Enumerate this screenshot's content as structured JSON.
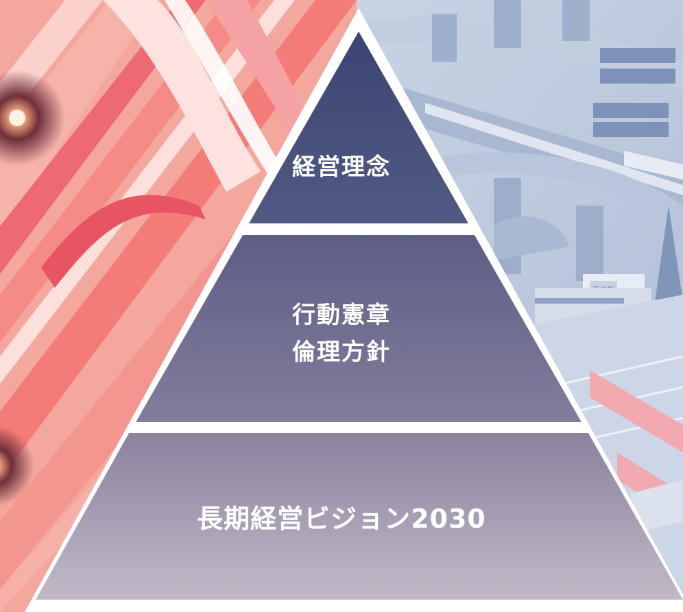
{
  "pyramid": {
    "tiers": [
      {
        "lines": [
          "経営理念"
        ]
      },
      {
        "lines": [
          "行動憲章",
          "倫理方針"
        ]
      },
      {
        "lines": [
          "長期経営ビジョン2030"
        ]
      }
    ]
  },
  "background": {
    "sign_text": "道の駅"
  },
  "colors": {
    "tier_top": "#444e77",
    "tier_middle": "#6a6790",
    "tier_bottom": "#9b90a6",
    "frame": "#ffffff",
    "left_stripes": "#f07f80",
    "right_scene": "#b9c6dc"
  }
}
